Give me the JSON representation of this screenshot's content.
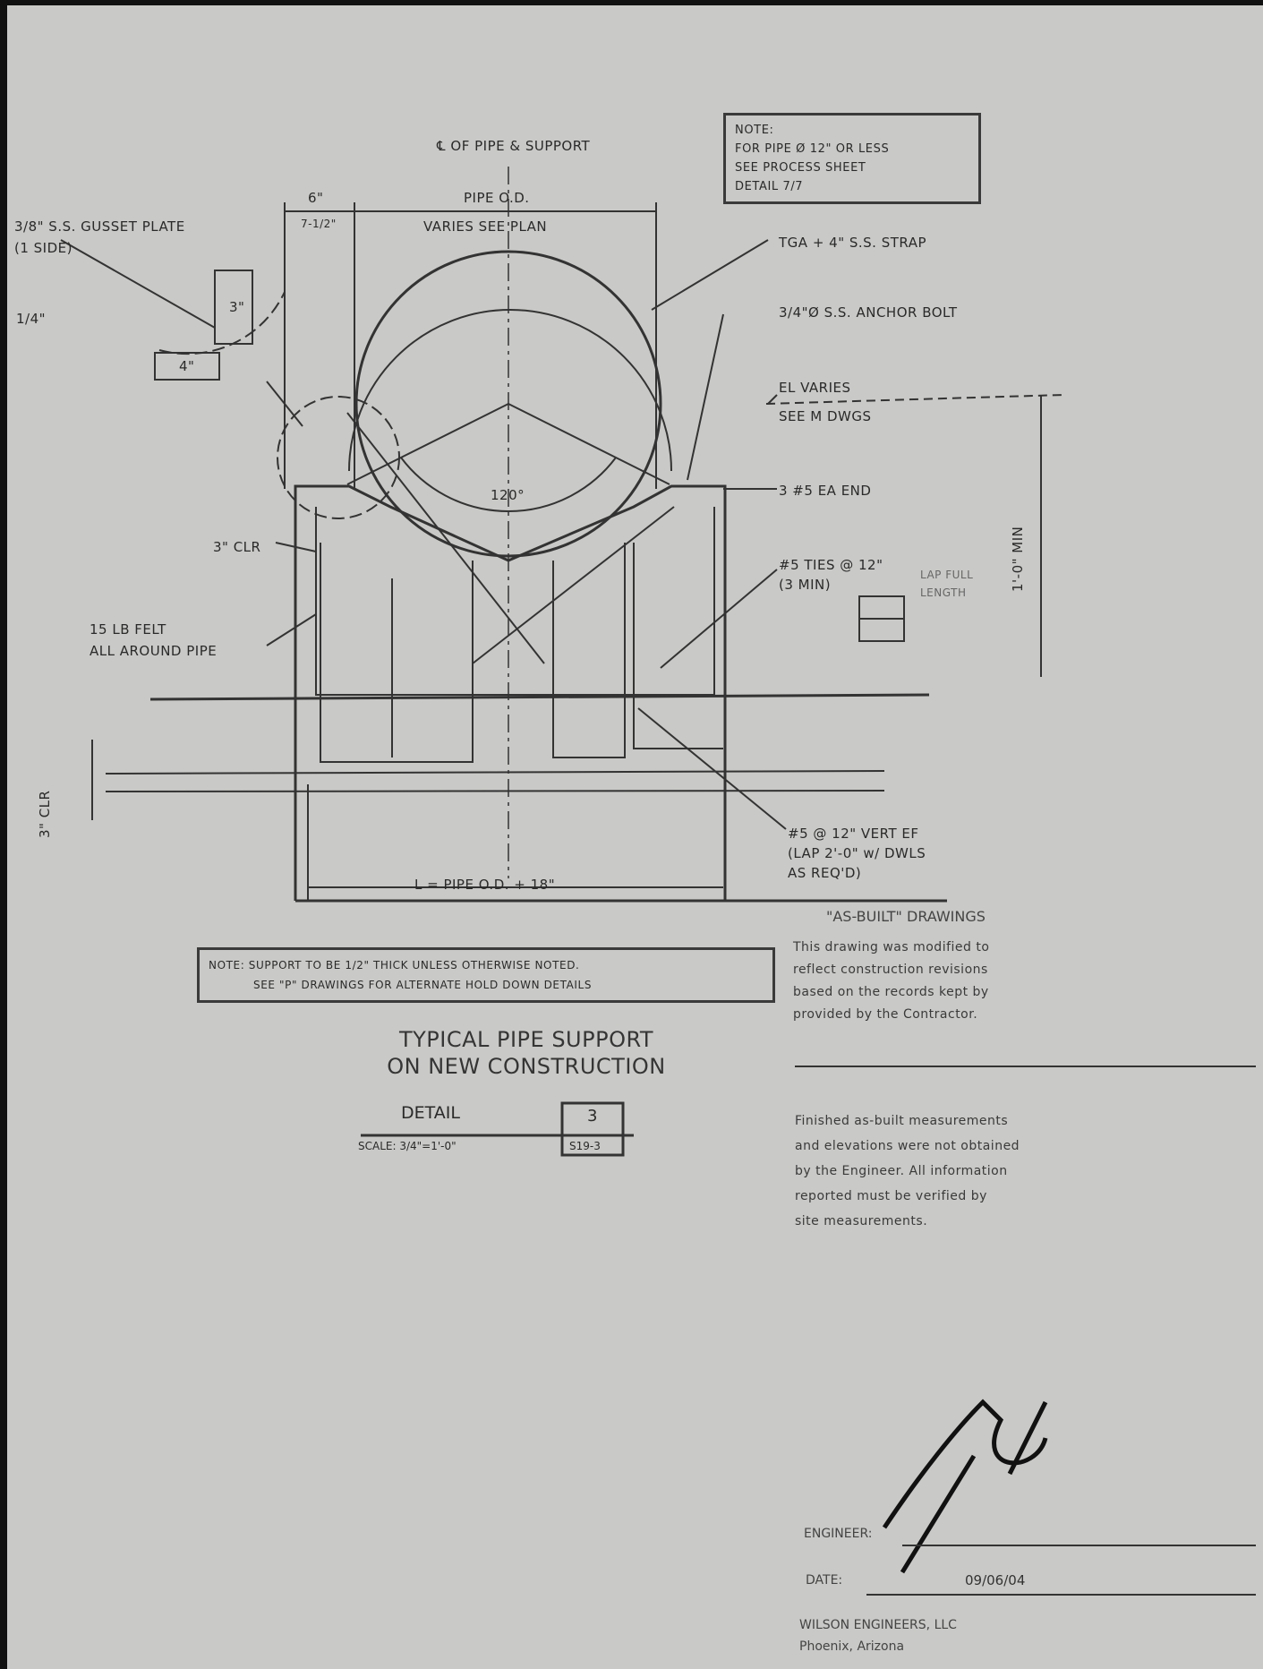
{
  "labels": {
    "center_line": "℄ OF PIPE & SUPPORT",
    "dim_6": "6\"",
    "dim_7_12": "7-1/2\"",
    "pipe_od": "PIPE O.D.",
    "varies": "VARIES SEE PLAN",
    "gusset": "3/8\" S.S. GUSSET PLATE",
    "gusset_2": "(1 SIDE)",
    "weld_14": "1/4\"",
    "gusset_3": "3\"",
    "gusset_4": "4\"",
    "strap": "TGA + 4\" S.S. STRAP",
    "anchor": "3/4\"Ø S.S. ANCHOR BOLT",
    "el_varies": "EL VARIES",
    "see_m": "SEE M DWGS",
    "bars_ea": "3 #5 EA END",
    "ties_1": "#5 TIES @ 12\"",
    "ties_2": "(3 MIN)",
    "lap": "LAP FULL",
    "lap2": "LENGTH",
    "clr3": "3\" CLR",
    "felt1": "15 LB FELT",
    "felt2": "ALL AROUND PIPE",
    "clr_v": "3\" CLR",
    "dim_v": "1'-0\" MIN",
    "angle": "120°",
    "bars2_1": "#5 @ 12\" VERT EF",
    "bars2_2": "(LAP 2'-0\" w/ DWLS",
    "bars2_3": "AS REQ'D)",
    "l_eq": "L = PIPE O.D. + 18\""
  },
  "note_top": [
    "NOTE:",
    "FOR PIPE Ø 12\" OR LESS",
    "SEE PROCESS SHEET",
    "DETAIL 7/7"
  ],
  "note_bottom": [
    "NOTE: SUPPORT TO BE 1/2\" THICK UNLESS OTHERWISE NOTED.",
    "SEE \"P\" DRAWINGS FOR ALTERNATE HOLD DOWN DETAILS"
  ],
  "title": [
    "TYPICAL PIPE SUPPORT",
    "ON NEW CONSTRUCTION"
  ],
  "detail": {
    "label": "DETAIL",
    "number": "3",
    "scale": "SCALE: 3/4\"=1'-0\"",
    "ref": "S19-3"
  },
  "as_built": {
    "heading": "\"AS-BUILT\" DRAWINGS",
    "lines": [
      "This drawing was modified to",
      "reflect construction revisions",
      "based on the records kept by",
      "provided by the Contractor."
    ]
  },
  "finished": {
    "lines": [
      "Finished as-built measurements",
      "and elevations were not obtained",
      "by the Engineer. All information",
      "reported must be verified by",
      "site measurements."
    ]
  },
  "sign": {
    "engineer_label": "ENGINEER:",
    "date_label": "DATE:",
    "date": "09/06/04",
    "firm": "WILSON ENGINEERS, LLC",
    "city": "Phoenix, Arizona"
  }
}
